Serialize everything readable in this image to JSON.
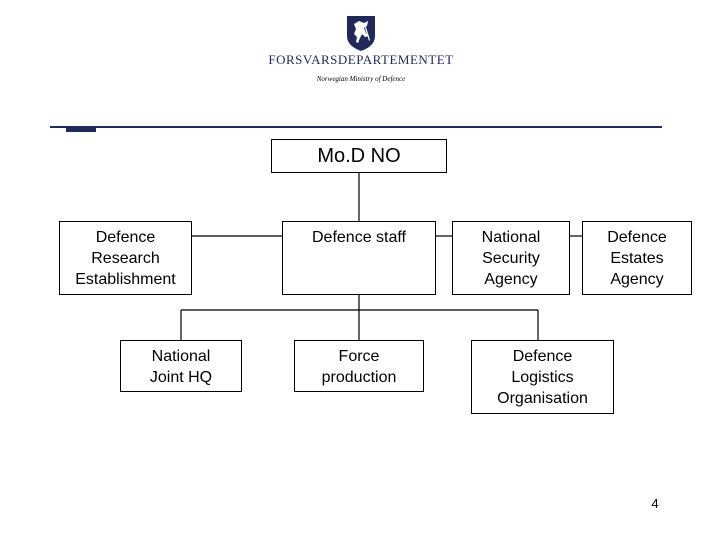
{
  "header": {
    "ministry_name": "FORSVARSDEPARTEMENTET",
    "ministry_subtitle": "Norwegian Ministry of Defence",
    "logo_icon": "norwegian-coat-of-arms-icon",
    "colors": {
      "navy": "#1f2a5a",
      "logo_red": "#c8102e"
    }
  },
  "org_chart": {
    "root": "Mo.D NO",
    "level1": [
      "Defence\nResearch\nEstablishment",
      "Defence staff",
      "National\nSecurity\nAgency",
      "Defence\nEstates\nAgency"
    ],
    "level2": [
      "National\nJoint HQ",
      "Force\nproduction",
      "Defence\nLogistics\nOrganisation"
    ]
  },
  "page_number": "4"
}
